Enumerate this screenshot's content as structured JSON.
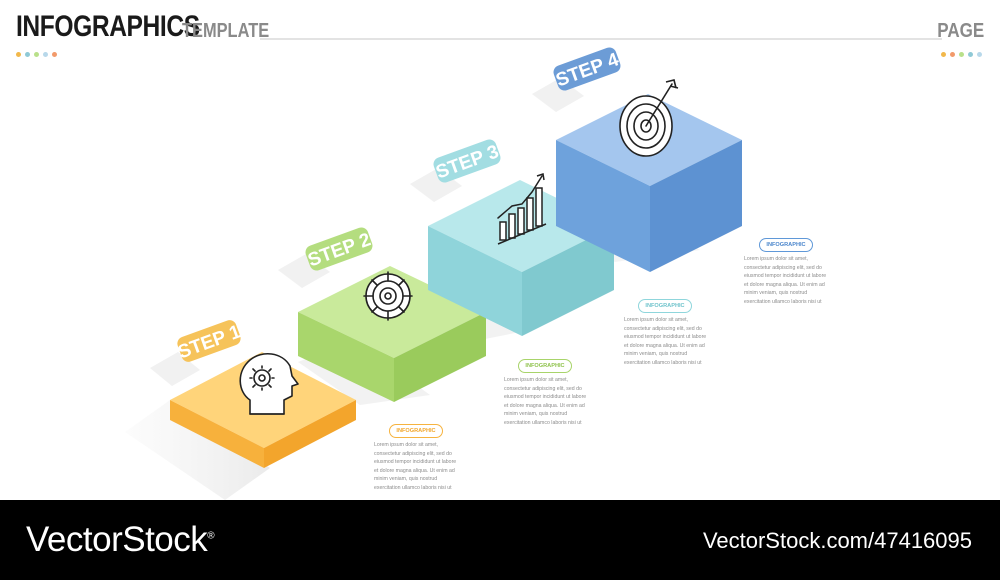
{
  "header": {
    "title": "INFOGRAPHICS",
    "subtitle": "TEMPLATE",
    "page_label": "PAGE",
    "dot_colors_left": [
      "#f2b84b",
      "#8fc9d6",
      "#b9e08a",
      "#b8d8ea",
      "#f29a6b"
    ],
    "dot_colors_right": [
      "#f2b84b",
      "#f29a6b",
      "#b9e08a",
      "#8fc9d6",
      "#b8d8ea"
    ]
  },
  "steps": [
    {
      "label": "STEP 1",
      "color": "#f6b33f",
      "icon": "head-gear-icon",
      "badge": "INFOGRAPHIC",
      "text": "Lorem ipsum dolor sit amet, consectetur adipiscing elit, sed do eiusmod tempor incididunt ut labore et dolore magna aliqua. Ut enim ad minim veniam, quis nostrud exercitation ullamco laboris nisi ut"
    },
    {
      "label": "STEP 2",
      "color": "#a8d46a",
      "icon": "target-gear-icon",
      "badge": "INFOGRAPHIC",
      "text": "Lorem ipsum dolor sit amet, consectetur adipiscing elit, sed do eiusmod tempor incididunt ut labore et dolore magna aliqua. Ut enim ad minim veniam, quis nostrud exercitation ullamco laboris nisi ut"
    },
    {
      "label": "STEP 3",
      "color": "#8fd6dc",
      "icon": "growth-chart-icon",
      "badge": "INFOGRAPHIC",
      "text": "Lorem ipsum dolor sit amet, consectetur adipiscing elit, sed do eiusmod tempor incididunt ut labore et dolore magna aliqua. Ut enim ad minim veniam, quis nostrud exercitation ullamco laboris nisi ut"
    },
    {
      "label": "STEP 4",
      "color": "#5f98d8",
      "icon": "bullseye-target-icon",
      "badge": "INFOGRAPHIC",
      "text": "Lorem ipsum dolor sit amet, consectetur adipiscing elit, sed do eiusmod tempor incididunt ut labore et dolore magna aliqua. Ut enim ad minim veniam, quis nostrud exercitation ullamco laboris nisi ut"
    }
  ],
  "footer": {
    "watermark_left": "VectorStock",
    "watermark_left_mark": "®",
    "watermark_right": "VectorStock.com/47416095"
  }
}
